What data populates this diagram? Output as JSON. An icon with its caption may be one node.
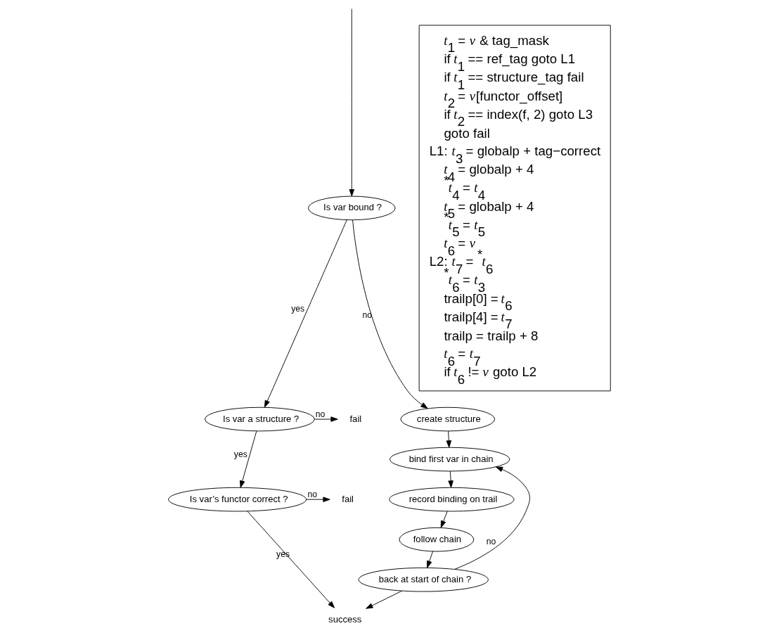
{
  "diagram": {
    "nodes": [
      {
        "text": [
          "Is var bound ?"
        ]
      },
      {
        "text": [
          "Is var a structure ?"
        ]
      },
      {
        "text": [
          "Is var’s functor correct ?"
        ]
      },
      {
        "text": [
          "create structure"
        ]
      },
      {
        "text": [
          "bind first var in chain"
        ]
      },
      {
        "text": [
          "record binding on trail"
        ]
      },
      {
        "text": [
          "follow chain"
        ]
      },
      {
        "text": [
          "back at start of chain ?"
        ]
      },
      {
        "text": [
          "fail"
        ]
      },
      {
        "text": [
          "fail"
        ]
      },
      {
        "text": [
          "success"
        ]
      },
      {
        "text": [
          "*t*$_{1}$ = *v* & tag_mask",
          "if *t*$_{1}$ == ref_tag goto L1",
          "if *t*$_{1}$ == structure_tag fail",
          "*t*$_{2}$ = *v*[functor_offset]",
          "if *t*$_{2}$ == index(f, 2) goto L3",
          "goto fail",
          "L1: *t*$_{3}$ = globalp + tag−correct",
          "*t*$_{4}$ = globalp + 4",
          "$^{*}$*t*$_{4}$ = *t*$_{4}$",
          "*t*$_{5}$ = globalp + 4",
          "$^{*}$*t*$_{5}$ = *t*$_{5}$",
          "*t*$_{6}$ = *v*",
          "L2: *t*$_{7}$ = $^{*}$*t*$_{6}$",
          "$^{*}$*t*$_{6}$ = *t*$_{3}$",
          "trailp[0] = *t*$_{6}$",
          "trailp[4] = *t*$_{7}$",
          "trailp = trailp + 8",
          "*t*$_{6}$ = *t*$_{7}$",
          "if *t*$_{6}$ != *v* goto L2"
        ]
      }
    ],
    "edges": [
      {
        "from": null,
        "to": 0,
        "arrow": "to"
      },
      {
        "from": 0,
        "to": 1,
        "arrow": "to",
        "label": "yes"
      },
      {
        "from": 1,
        "to": 2,
        "arrow": "to",
        "label": "yes"
      },
      {
        "from": 2,
        "to": 10,
        "arrow": "to",
        "label": "yes"
      },
      {
        "from": 0,
        "to": 3,
        "arrow": "to",
        "label": "no"
      },
      {
        "from": 1,
        "to": 8,
        "arrow": "to",
        "label": "no"
      },
      {
        "from": 2,
        "to": 9,
        "arrow": "to",
        "label": "no"
      },
      {
        "from": 3,
        "to": 4,
        "arrow": "to"
      },
      {
        "from": 4,
        "to": 5,
        "arrow": "to"
      },
      {
        "from": 5,
        "to": 6,
        "arrow": "to"
      },
      {
        "from": 6,
        "to": 7,
        "arrow": "to"
      },
      {
        "from": 7,
        "to": 4,
        "arrow": "to",
        "label": "no"
      },
      {
        "from": 7,
        "to": 10,
        "arrow": "to"
      }
    ]
  }
}
